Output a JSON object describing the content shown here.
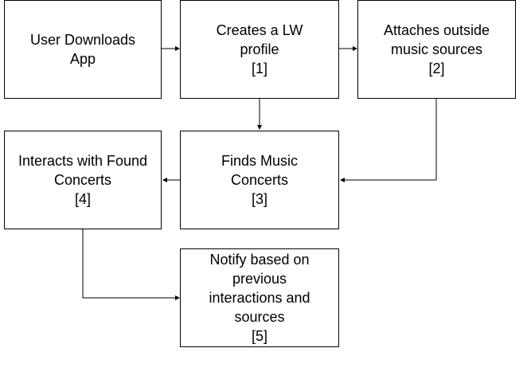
{
  "diagram": {
    "nodes": [
      {
        "id": "download",
        "text": "User Downloads\nApp"
      },
      {
        "id": "profile",
        "text": "Creates a LW\nprofile\n[1]"
      },
      {
        "id": "attach",
        "text": "Attaches outside\nmusic sources\n[2]"
      },
      {
        "id": "interacts",
        "text": "Interacts with Found\nConcerts\n[4]"
      },
      {
        "id": "finds",
        "text": "Finds Music\nConcerts\n[3]"
      },
      {
        "id": "notify",
        "text": "Notify based on\nprevious\ninteractions and\nsources\n[5]"
      }
    ],
    "edges": [
      {
        "from": "download",
        "to": "profile"
      },
      {
        "from": "profile",
        "to": "attach"
      },
      {
        "from": "profile",
        "to": "finds"
      },
      {
        "from": "attach",
        "to": "finds"
      },
      {
        "from": "finds",
        "to": "interacts"
      },
      {
        "from": "interacts",
        "to": "notify"
      }
    ]
  }
}
